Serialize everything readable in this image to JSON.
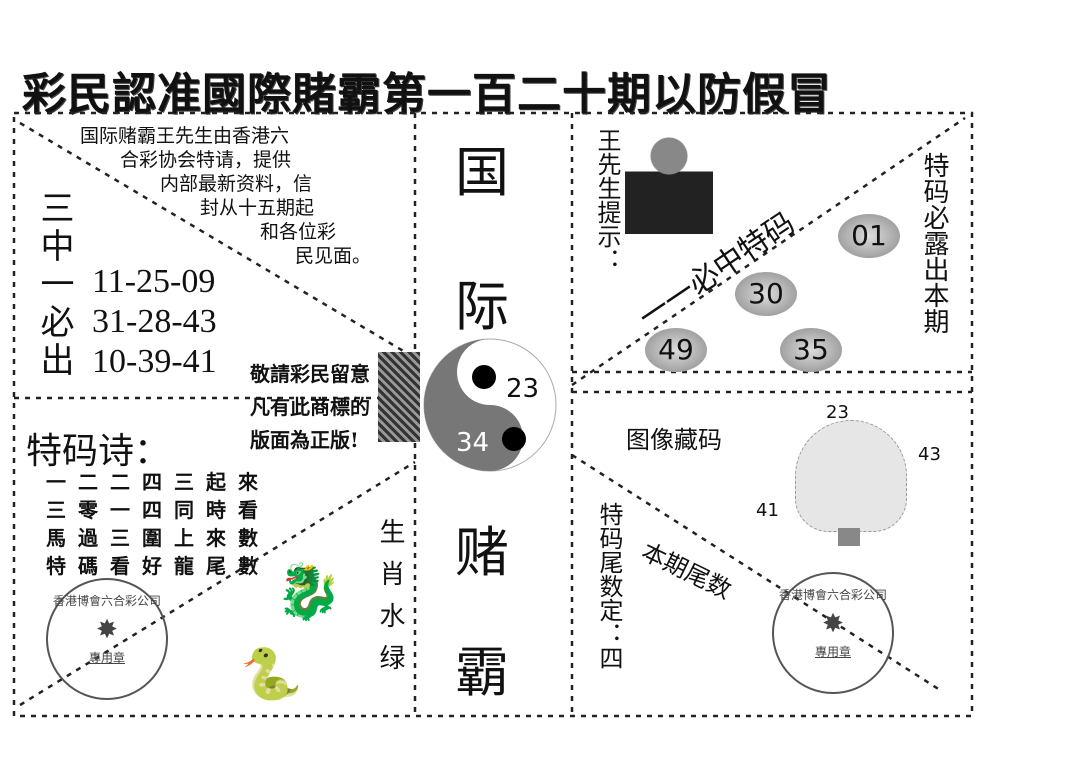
{
  "title": "彩民認准國際賭霸第一百二十期以防假冒",
  "intro": [
    "国际赌霸王先生由香港六",
    "合彩协会特请，提供",
    "内部最新资料，信",
    "封从十五期起",
    "和各位彩",
    "民见面。"
  ],
  "three_label": "三中一必出",
  "number_rows": [
    "11-25-09",
    "31-28-43",
    "10-39-41"
  ],
  "notice": [
    "敬請彩民留意",
    "凡有此商標的",
    "版面為正版!"
  ],
  "poem_title": "特码诗：",
  "poem": [
    "一二二四三起來",
    "三零一四同時看",
    "馬過三圍上來數",
    "特碼看好龍尾數"
  ],
  "zodiac_label": "生肖水绿",
  "center_chars": [
    "国",
    "际",
    "赌",
    "霸"
  ],
  "yinyang_numbers": [
    "23",
    "34"
  ],
  "hint_label": "王先生提示：",
  "diagonal_label": "一一必中特码",
  "balls": [
    "01",
    "30",
    "49",
    "35"
  ],
  "special_label": "特码必露出本期",
  "image_label": "图像藏码",
  "tree_numbers": [
    "23",
    "43",
    "41"
  ],
  "tail_label": "特码尾数定：四",
  "tail_diagonal": "本期尾数",
  "stamp": {
    "ring": "香港博會六合彩公司",
    "center": "專用章"
  }
}
